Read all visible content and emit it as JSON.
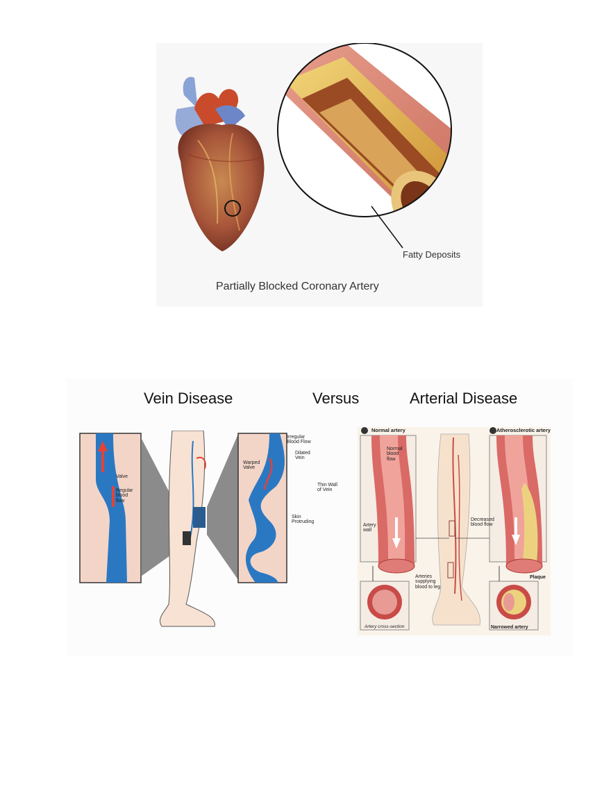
{
  "figure1": {
    "label_fatty": "Fatty Deposits",
    "caption": "Partially Blocked Coronary Artery"
  },
  "figure2": {
    "heading_left": "Vein Disease",
    "heading_mid": "Versus",
    "heading_right": "Arterial Disease",
    "vein_labels": {
      "valve": "Valve",
      "regular": "Regular\nblood\nflow",
      "irregular": "Irregular\nBlood Flow",
      "dilated": "Dilated\nVein",
      "warped": "Warped\nValve",
      "thin_wall": "Thin Wall\nof Vein",
      "skin": "Skin\nProtruding"
    },
    "artery_labels": {
      "panel_a": "Normal artery",
      "panel_b": "Atherosclerotic artery",
      "normal_flow": "Normal\nblood\nflow",
      "artery_wall": "Artery\nwall",
      "cross_section": "Artery cross-section",
      "decreased": "Decreased\nblood flow",
      "arteries_supplying": "Arteries\nsupplying\nblood to leg",
      "plaque": "Plaque",
      "narrowed": "Narrowed artery"
    }
  },
  "colors": {
    "artery_red": "#c8483c",
    "fat_yellow": "#e7c46a",
    "vein_blue": "#2b78c2",
    "skin": "#f7dfcf"
  }
}
